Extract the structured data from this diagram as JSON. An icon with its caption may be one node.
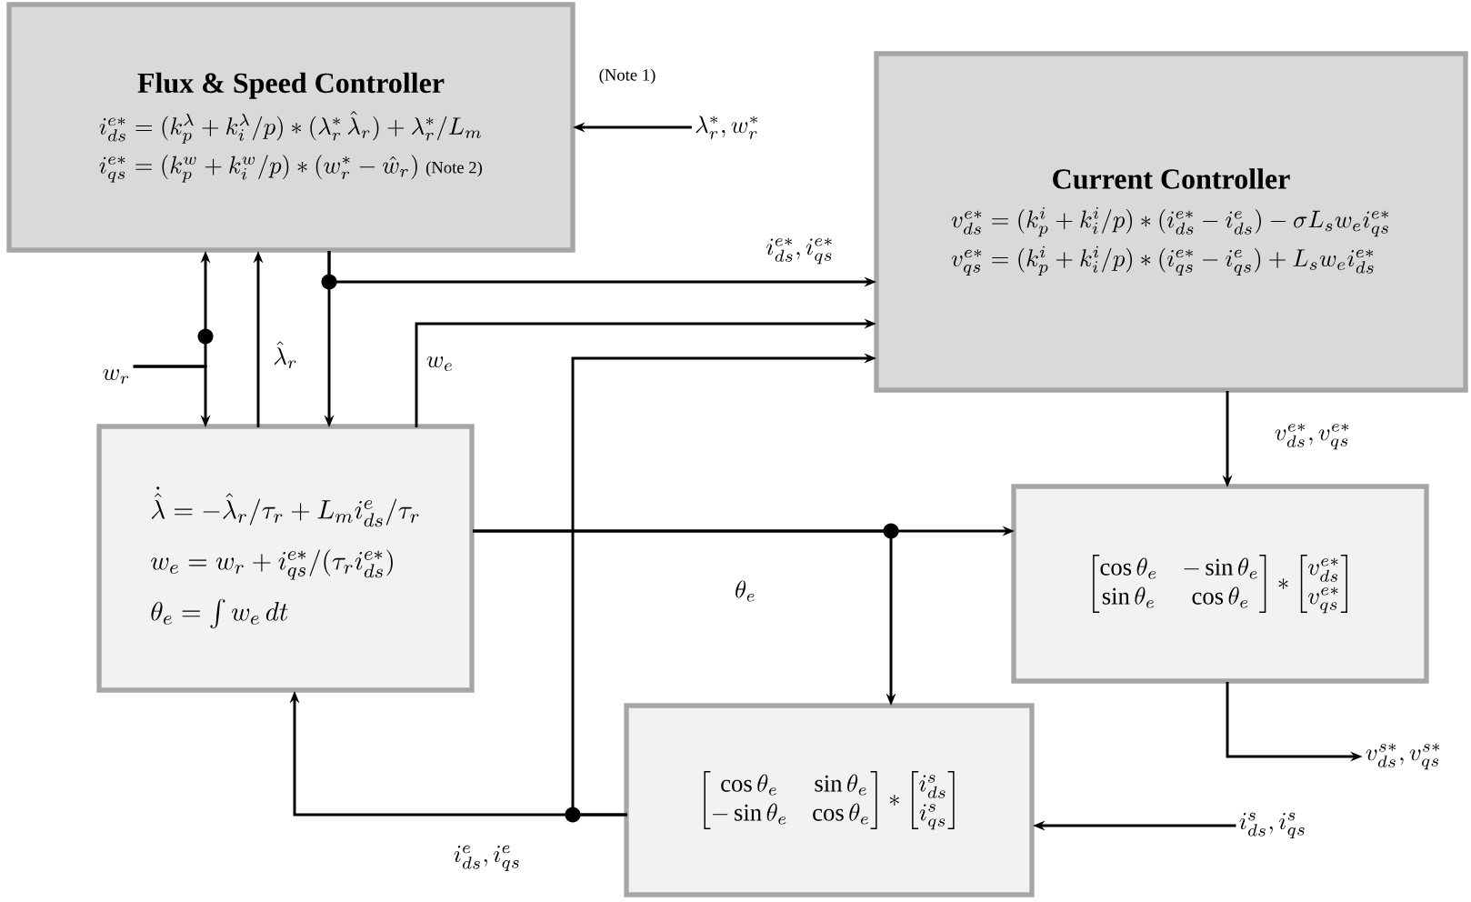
{
  "diagram": {
    "nodes": [
      {
        "text": [
          "Flux & Speed Controller",
          "i_{ds}^{e*} = (k_p^{\\lambda} + k_i^{\\lambda}/p)*(\\lambda_r^{*}\\,\\hat{\\lambda}_r) + \\lambda_r^{*}/L_m",
          "i_{qs}^{e*} = (k_p^{w} + k_i^{w}/p)*(w_r^{*} - \\hat{w}_r)",
          "(Note 2)"
        ]
      },
      {
        "text": [
          "Current Controller",
          "v_{ds}^{e*} = (k_p^{i} + k_i^{i}/p)*(i_{ds}^{e*} - i_{ds}^{e}) - \\sigma L_s w_e i_{qs}^{e*}",
          "v_{qs}^{e*} = (k_p^{i} + k_i^{i}/p)*(i_{qs}^{e*} - i_{qs}^{e}) + L_s w_e i_{ds}^{e*}"
        ]
      },
      {
        "text": [
          "\\dot{\\hat{\\lambda}} = -\\hat{\\lambda}_r/\\tau_r + L_m i_{ds}^{e}/\\tau_r",
          "w_e = w_r + i_{qs}^{e*}/(\\tau_r i_{ds}^{e*})",
          "\\theta_e = \\int w_e\\,dt"
        ]
      },
      {
        "text": [
          "\\begin{bmatrix}\\cos\\theta_e & -\\sin\\theta_e\\\\ \\sin\\theta_e & \\cos\\theta_e\\end{bmatrix} * \\begin{bmatrix} v_{ds}^{e*}\\\\ v_{qs}^{e*}\\end{bmatrix}"
        ]
      },
      {
        "text": [
          "\\begin{bmatrix}\\cos\\theta_e & \\sin\\theta_e\\\\ -\\sin\\theta_e & \\cos\\theta_e\\end{bmatrix} * \\begin{bmatrix} i_{ds}^{s}\\\\ i_{qs}^{s}\\end{bmatrix}"
        ]
      },
      {
        "text": [
          "\\lambda_r^{*}, w_r^{*}"
        ]
      },
      {
        "text": [
          "v_{ds}^{s*}, v_{qs}^{s*}"
        ]
      },
      {
        "text": [
          "i_{ds}^{s}, i_{qs}^{s}"
        ]
      },
      {
        "text": [
          "w_r"
        ]
      }
    ],
    "edges": [
      {
        "from": 5,
        "to": 0,
        "arrow": "to",
        "label": "(Note 1)"
      },
      {
        "from": 8,
        "to": 0,
        "arrow": "to"
      },
      {
        "from": 8,
        "to": 2,
        "arrow": "to"
      },
      {
        "from": 2,
        "to": 0,
        "arrow": "to",
        "label": "\\hat{\\lambda}_r"
      },
      {
        "from": 0,
        "to": 2,
        "arrow": "to"
      },
      {
        "from": 0,
        "to": 1,
        "arrow": "to",
        "label": "i_{ds}^{e*}, i_{qs}^{e*}"
      },
      {
        "from": 2,
        "to": 1,
        "arrow": "to",
        "label": "w_e"
      },
      {
        "from": 4,
        "to": 1,
        "arrow": "to"
      },
      {
        "from": 4,
        "to": 2,
        "arrow": "to",
        "label": "i_{ds}^{e}, i_{qs}^{e}"
      },
      {
        "from": 2,
        "to": 3,
        "arrow": "to",
        "label": "\\theta_e"
      },
      {
        "from": 2,
        "to": 4,
        "arrow": "to"
      },
      {
        "from": 1,
        "to": 3,
        "arrow": "to",
        "label": "v_{ds}^{e*}, v_{qs}^{e*}"
      },
      {
        "from": 3,
        "to": 6,
        "arrow": "to"
      },
      {
        "from": 7,
        "to": 4,
        "arrow": "to"
      }
    ]
  }
}
